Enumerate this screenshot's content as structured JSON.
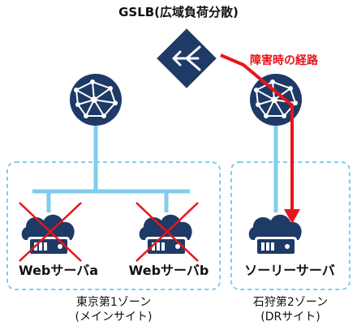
{
  "title": "GSLB(広域負荷分散)",
  "route_label": "障害時の経路",
  "servers": [
    "Webサーバa",
    "Webサーバb",
    "ソーリーサーバ"
  ],
  "zones": [
    {
      "name": "東京第1ゾーン",
      "sub": "(メインサイト)"
    },
    {
      "name": "石狩第2ゾーン",
      "sub": "(DRサイト)"
    }
  ],
  "icons": {
    "balancer": "load-balancer-icon",
    "globe": "network-globe-icon",
    "server": "cloud-server-icon"
  },
  "colors": {
    "navy": "#1e3a66",
    "link": "#7fcdec",
    "zone_border": "#7fcdec",
    "route": "#e8141a",
    "fail_mark": "#e8141a"
  }
}
